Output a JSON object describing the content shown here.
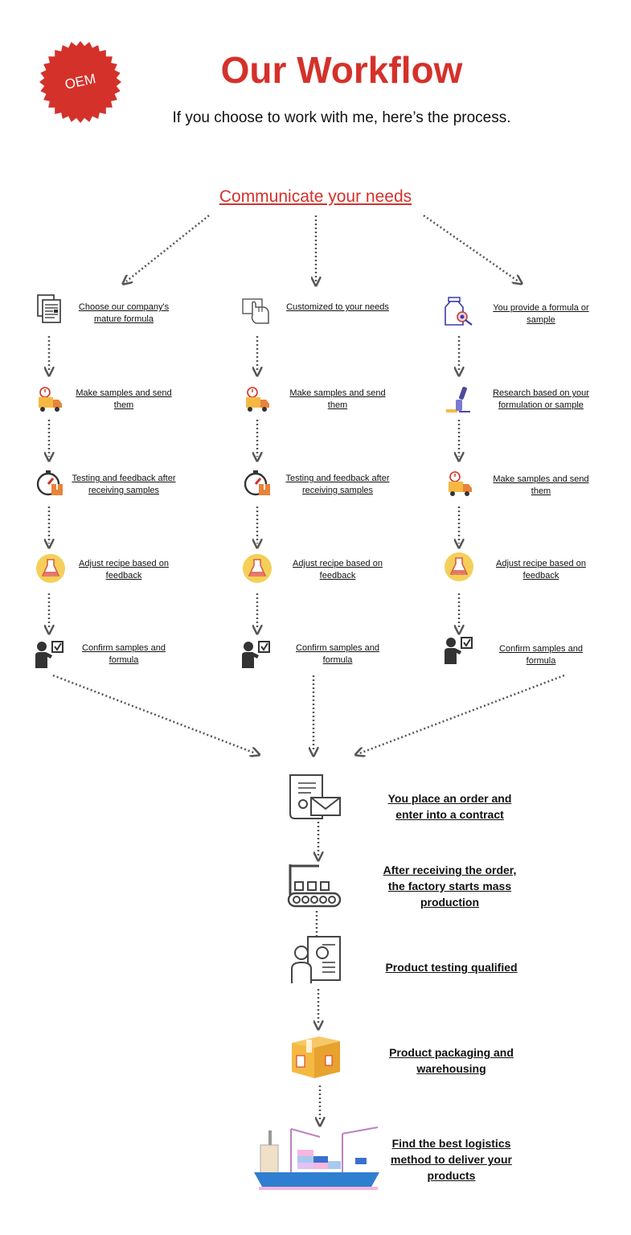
{
  "header": {
    "badge": "OEM",
    "title": "Our Workflow",
    "subtitle": "If you choose to work with me, here’s the process."
  },
  "start_node": "Communicate your needs",
  "columns": [
    {
      "steps": [
        "Choose our company's mature formula",
        "Make samples and send them",
        "Testing and feedback after receiving samples",
        "Adjust recipe based on feedback",
        "Confirm samples and formula"
      ],
      "icons": [
        "documents-icon",
        "delivery-truck-icon",
        "stopwatch-box-icon",
        "flask-icon",
        "person-checklist-icon"
      ]
    },
    {
      "steps": [
        "Customized to your needs",
        "Make samples and send them",
        "Testing and feedback after receiving samples",
        "Adjust recipe based on feedback",
        "Confirm samples and formula"
      ],
      "icons": [
        "hand-card-icon",
        "delivery-truck-icon",
        "stopwatch-box-icon",
        "flask-icon",
        "person-checklist-icon"
      ]
    },
    {
      "steps": [
        "You provide a formula or sample",
        "Research based on your formulation or sample",
        "Make samples and send them",
        "Adjust recipe based on feedback",
        "Confirm samples and formula"
      ],
      "icons": [
        "bottle-magnifier-icon",
        "microscope-icon",
        "delivery-truck-icon",
        "flask-icon",
        "person-checklist-icon"
      ]
    }
  ],
  "final_steps": [
    {
      "label": "You place an order and enter into a contract",
      "icon": "contract-envelope-icon"
    },
    {
      "label": "After receiving the order, the factory starts mass production",
      "icon": "factory-conveyor-icon"
    },
    {
      "label": "Product testing qualified",
      "icon": "inspector-document-icon"
    },
    {
      "label": "Product packaging and warehousing",
      "icon": "cardboard-box-icon"
    },
    {
      "label": "Find the best logistics method to deliver your products",
      "icon": "cargo-ship-icon"
    }
  ],
  "colors": {
    "accent": "#d4312a",
    "arrow": "#555555",
    "text": "#111111",
    "box": "#f5b942",
    "ship": "#2f7fd0"
  }
}
